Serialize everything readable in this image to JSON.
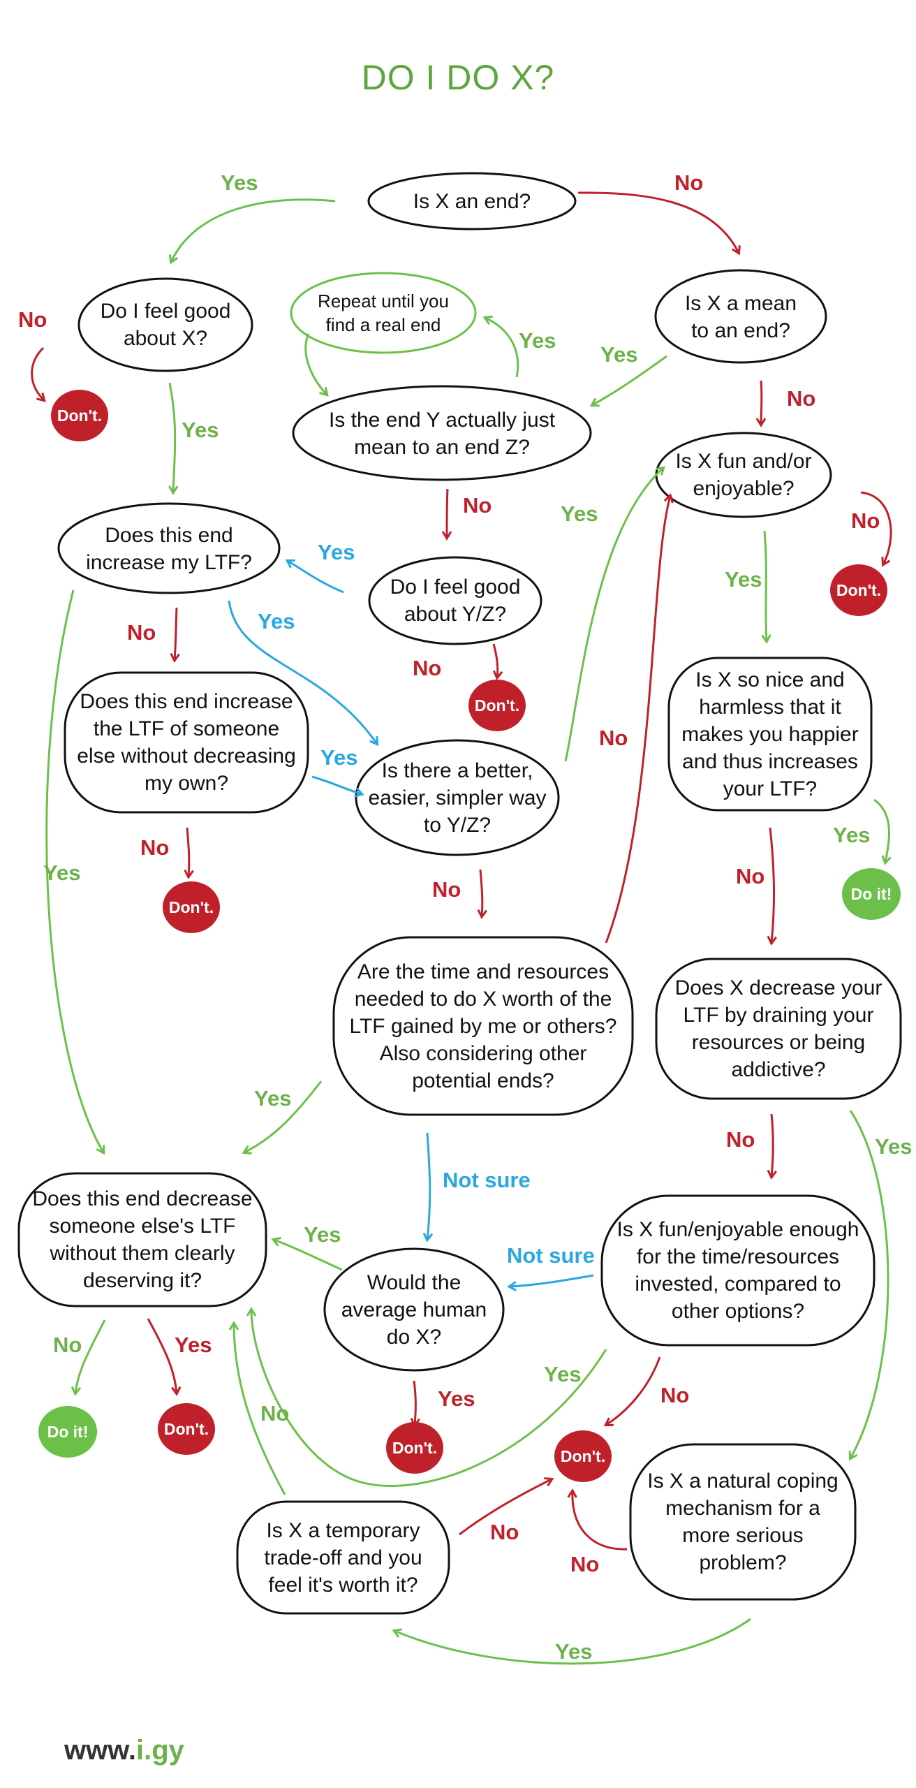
{
  "title": "DO I DO X?",
  "nodes": {
    "is_end": "Is X an end?",
    "feel_good_x": "Do I feel good\nabout X?",
    "repeat": "Repeat until you\nfind a real end",
    "mean_to_end": "Is X a mean\nto an end?",
    "end_y": "Is the end Y actually just\nmean to an end Z?",
    "fun": "Is X fun and/or\nenjoyable?",
    "increase_ltf": "Does this end\nincrease my LTF?",
    "feel_good_yz": "Do I feel good\nabout Y/Z?",
    "else_ltf": "Does this end increase\nthe LTF of someone\nelse without decreasing\nmy own?",
    "better_way": "Is there a better,\neasier, simpler way\nto Y/Z?",
    "so_nice": "Is X so nice and\nharmless that it\nmakes you happier\nand thus increases\nyour LTF?",
    "time_resources": "Are the time and resources\nneeded to do X worth of the\nLTF gained by me or others?\nAlso considering other\npotential ends?",
    "decrease_draining": "Does X decrease your\nLTF by draining your\nresources or being\naddictive?",
    "decrease_else": "Does this end decrease\nsomeone else's LTF\nwithout them clearly\ndeserving it?",
    "average_human": "Would the\naverage human\ndo X?",
    "fun_enough": "Is X fun/enjoyable enough\nfor the time/resources\ninvested, compared to\nother options?",
    "coping": "Is X a natural coping\nmechanism for a\nmore serious\nproblem?",
    "tradeoff": "Is X a temporary\ntrade-off and you\nfeel it's worth it?"
  },
  "outcomes": {
    "dont": "Don't.",
    "do_it": "Do it!"
  },
  "labels": {
    "yes": "Yes",
    "no": "No",
    "not_sure": "Not sure"
  },
  "colors": {
    "title": "#5da63d",
    "yes_arrow": "#6cc04a",
    "no_arrow": "#c0202a",
    "not_sure_arrow": "#2aa7e0",
    "dont_badge": "#c0202a",
    "do_it_badge": "#6cc04a"
  },
  "footer": {
    "prefix": "www.",
    "accent": "i.gy"
  }
}
